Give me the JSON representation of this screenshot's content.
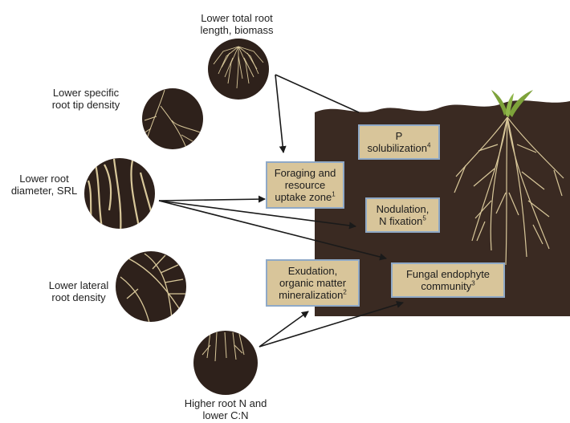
{
  "colors": {
    "soil": "#3a2a22",
    "soil_dark": "#2c1f19",
    "root": "#d9c89a",
    "box_fill": "#d8c59a",
    "box_border": "#8fa9c7",
    "leaf": "#7da23a",
    "arrow": "#1a1a1a"
  },
  "traits": {
    "total_length": {
      "line1": "Lower total root",
      "line2": "length, biomass"
    },
    "tip_density": {
      "line1": "Lower specific",
      "line2": "root tip density"
    },
    "diameter": {
      "line1": "Lower root",
      "line2": "diameter, SRL"
    },
    "lateral_density": {
      "line1": "Lower lateral",
      "line2": "root density"
    },
    "root_n": {
      "line1": "Higher root N and",
      "line2": "lower C:N"
    }
  },
  "processes": {
    "foraging": {
      "line1": "Foraging and",
      "line2": "resource",
      "line3": "uptake zone",
      "ref": "1"
    },
    "p_solubilization": {
      "line1": "P",
      "line2": "solubilization",
      "ref": "4"
    },
    "nodulation": {
      "line1": "Nodulation,",
      "line2": "N fixation",
      "ref": "5"
    },
    "exudation": {
      "line1": "Exudation,",
      "line2": "organic matter",
      "line3": "mineralization",
      "ref": "2"
    },
    "fungal": {
      "line1": "Fungal endophyte",
      "line2": "community",
      "ref": "3"
    }
  },
  "icons": [
    "root-sample-circle-icon",
    "plant-with-roots-icon",
    "soil-block-icon"
  ]
}
